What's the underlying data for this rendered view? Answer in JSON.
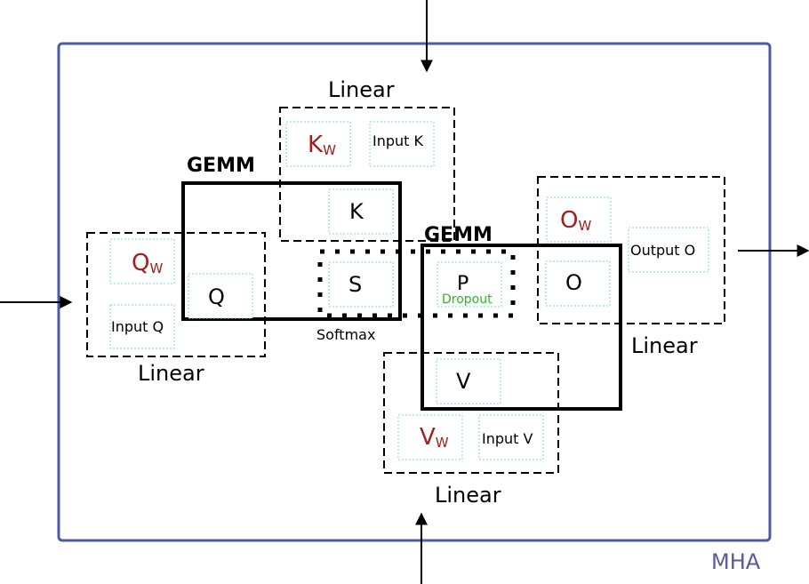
{
  "mha_label": "MHA",
  "linear_label": "Linear",
  "gemm_label": "GEMM",
  "softmax_label": "Softmax",
  "dropout_label": "Dropout",
  "cells": {
    "q_w_main": "Q",
    "q_w_sub": "W",
    "k_w_main": "K",
    "k_w_sub": "W",
    "v_w_main": "V",
    "v_w_sub": "W",
    "o_w_main": "O",
    "o_w_sub": "W",
    "input_q": "Input Q",
    "input_k": "Input K",
    "input_v": "Input V",
    "output_o": "Output O",
    "q": "Q",
    "k": "K",
    "v": "V",
    "s": "S",
    "p": "P",
    "o": "O"
  },
  "colors": {
    "frame": "#4e5aa6",
    "mha_text": "#5a5a9a",
    "weight_text": "#a02020",
    "dropout_text": "#22bb22",
    "cell_border": "#7fd6d0"
  }
}
